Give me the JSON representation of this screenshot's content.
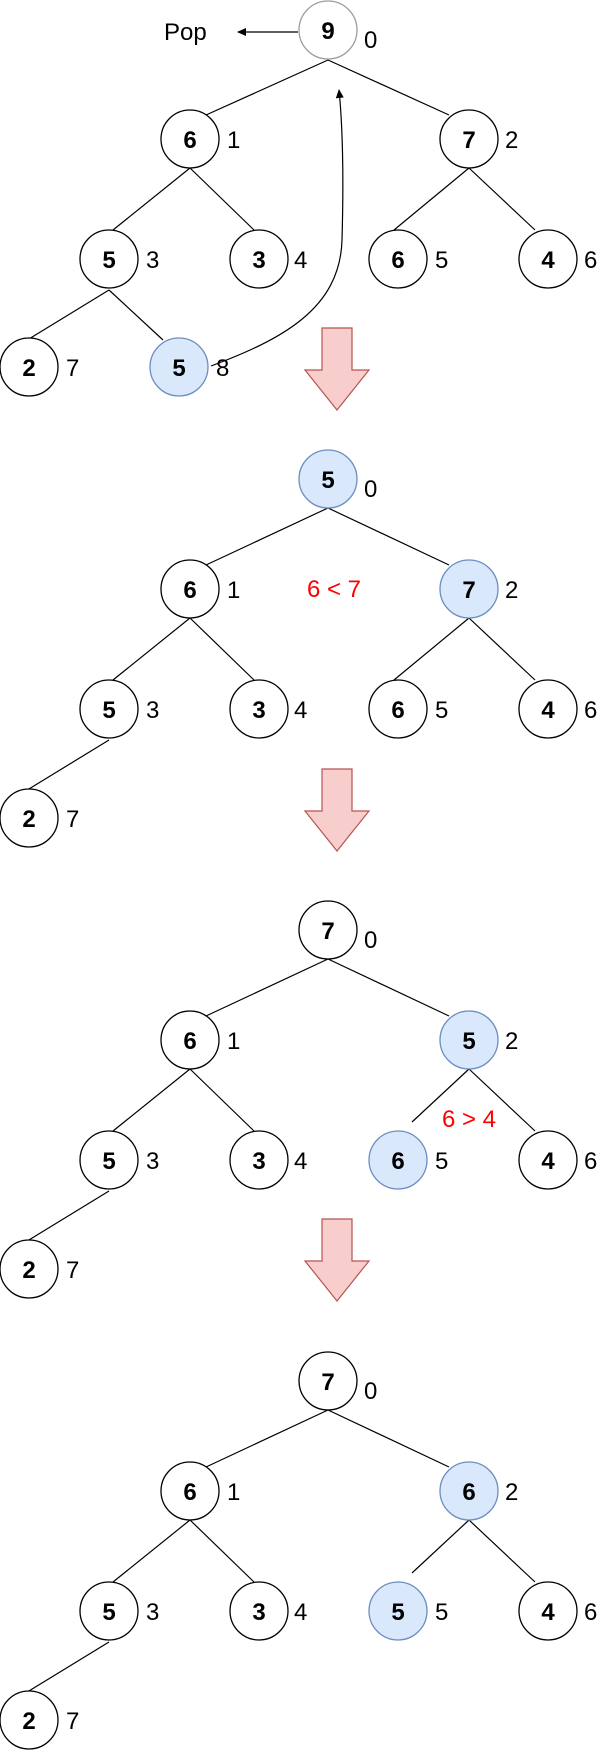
{
  "pop_label": "Pop",
  "comparisons": [
    "6 < 7",
    "6 > 4"
  ],
  "colors": {
    "highlight_fill": "#dae8fc",
    "highlight_stroke": "#6c8ebf",
    "comparison_text": "#ff0000",
    "step_arrow_fill": "#f8cecc",
    "step_arrow_stroke": "#b85450"
  },
  "steps": [
    {
      "nodes": [
        {
          "value": "9",
          "index": "0"
        },
        {
          "value": "6",
          "index": "1"
        },
        {
          "value": "7",
          "index": "2"
        },
        {
          "value": "5",
          "index": "3"
        },
        {
          "value": "3",
          "index": "4"
        },
        {
          "value": "6",
          "index": "5"
        },
        {
          "value": "4",
          "index": "6"
        },
        {
          "value": "2",
          "index": "7"
        },
        {
          "value": "5",
          "index": "8"
        }
      ]
    },
    {
      "nodes": [
        {
          "value": "5",
          "index": "0"
        },
        {
          "value": "6",
          "index": "1"
        },
        {
          "value": "7",
          "index": "2"
        },
        {
          "value": "5",
          "index": "3"
        },
        {
          "value": "3",
          "index": "4"
        },
        {
          "value": "6",
          "index": "5"
        },
        {
          "value": "4",
          "index": "6"
        },
        {
          "value": "2",
          "index": "7"
        }
      ]
    },
    {
      "nodes": [
        {
          "value": "7",
          "index": "0"
        },
        {
          "value": "6",
          "index": "1"
        },
        {
          "value": "5",
          "index": "2"
        },
        {
          "value": "5",
          "index": "3"
        },
        {
          "value": "3",
          "index": "4"
        },
        {
          "value": "6",
          "index": "5"
        },
        {
          "value": "4",
          "index": "6"
        },
        {
          "value": "2",
          "index": "7"
        }
      ]
    },
    {
      "nodes": [
        {
          "value": "7",
          "index": "0"
        },
        {
          "value": "6",
          "index": "1"
        },
        {
          "value": "6",
          "index": "2"
        },
        {
          "value": "5",
          "index": "3"
        },
        {
          "value": "3",
          "index": "4"
        },
        {
          "value": "5",
          "index": "5"
        },
        {
          "value": "4",
          "index": "6"
        },
        {
          "value": "2",
          "index": "7"
        }
      ]
    }
  ]
}
